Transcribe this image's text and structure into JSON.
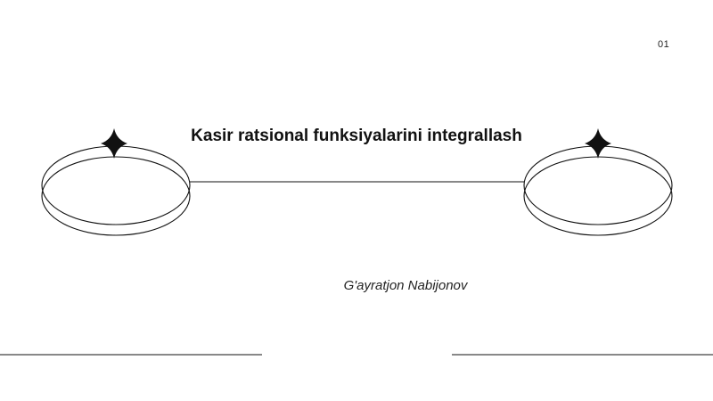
{
  "slide": {
    "page_number": "01",
    "title": "Kasir ratsional funksiyalarini integrallash",
    "author": "G'ayratjon Nabijonov"
  },
  "icons": {
    "left_star": "four-point-star-icon",
    "right_star": "four-point-star-icon"
  },
  "colors": {
    "background": "#ffffff",
    "line": "#111111",
    "text": "#111111"
  }
}
